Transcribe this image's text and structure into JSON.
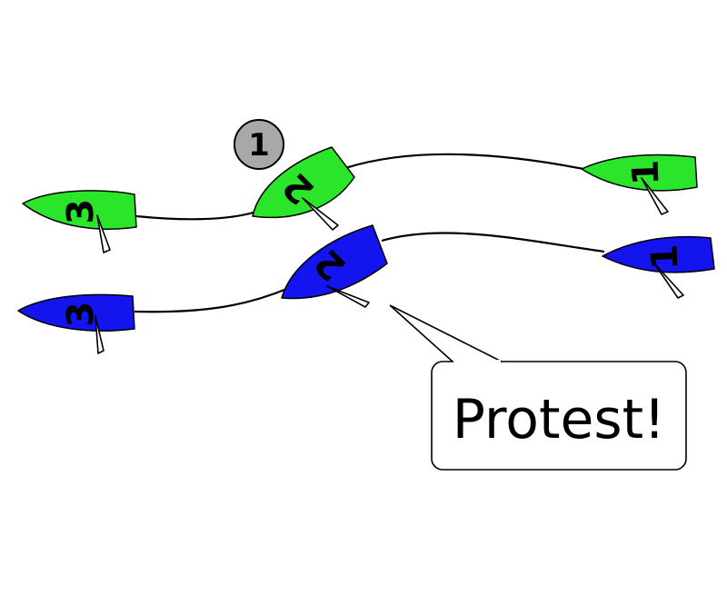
{
  "colors": {
    "green_boat": "#2be52b",
    "blue_boat": "#1414ee",
    "mark": "#a8a8a8"
  },
  "mark": {
    "label": "1"
  },
  "green_boat_positions": [
    {
      "label": "3"
    },
    {
      "label": "2"
    },
    {
      "label": "1"
    }
  ],
  "blue_boat_positions": [
    {
      "label": "3"
    },
    {
      "label": "2"
    },
    {
      "label": "1"
    }
  ],
  "callout": {
    "text": "Protest!"
  }
}
